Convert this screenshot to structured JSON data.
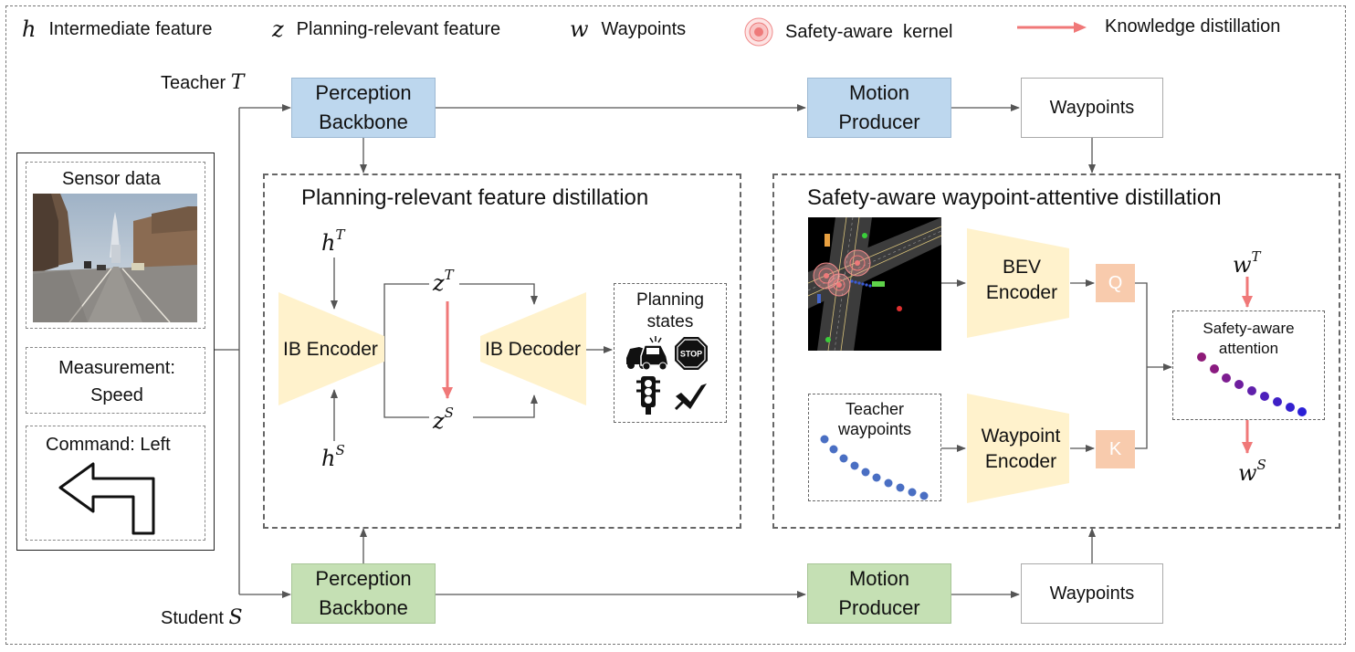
{
  "legend": {
    "h_symbol": "h",
    "h_label": "Intermediate feature",
    "z_symbol": "z",
    "z_label": "Planning-relevant feature",
    "w_symbol": "w",
    "w_label": "Waypoints",
    "kernel_label": "Safety-aware  kernel",
    "kd_label": "Knowledge distillation"
  },
  "teacher": {
    "label": "Teacher",
    "symbol": "T"
  },
  "student": {
    "label": "Student",
    "symbol": "S"
  },
  "boxes": {
    "teacher_backbone_l1": "Perception",
    "teacher_backbone_l2": "Backbone",
    "teacher_motion_l1": "Motion",
    "teacher_motion_l2": "Producer",
    "teacher_waypoints": "Waypoints",
    "student_backbone_l1": "Perception",
    "student_backbone_l2": "Backbone",
    "student_motion_l1": "Motion",
    "student_motion_l2": "Producer",
    "student_waypoints": "Waypoints"
  },
  "inputs": {
    "sensor_data": "Sensor data",
    "measurement_l1": "Measurement:",
    "measurement_l2": "Speed",
    "command": "Command: Left"
  },
  "feature_panel": {
    "title": "Planning-relevant feature distillation",
    "ib_encoder": "IB Encoder",
    "ib_decoder": "IB Decoder",
    "h_sym": "h",
    "h_teacher_sup": "T",
    "h_student_sup": "S",
    "z_sym": "z",
    "z_teacher_sup": "T",
    "z_student_sup": "S",
    "planning_states_l1": "Planning",
    "planning_states_l2": "states",
    "stop_sign": "STOP"
  },
  "waypoint_panel": {
    "title": "Safety-aware waypoint-attentive distillation",
    "bev_encoder_l1": "BEV",
    "bev_encoder_l2": "Encoder",
    "waypoint_encoder_l1": "Waypoint",
    "waypoint_encoder_l2": "Encoder",
    "q": "Q",
    "k": "K",
    "teacher_waypoints_l1": "Teacher",
    "teacher_waypoints_l2": "waypoints",
    "attention_l1": "Safety-aware",
    "attention_l2": "attention",
    "w_sym": "w",
    "w_teacher_sup": "T",
    "w_student_sup": "S"
  },
  "colors": {
    "teacher_box": "#bdd7ee",
    "student_box": "#c5e0b4",
    "ib_module": "#fff2cc",
    "qk_box": "#f8cbad",
    "kd_arrow": "#f07878",
    "attention_start": "#8b1a7a",
    "attention_end": "#2b1fd6",
    "teacher_waypoint_dot": "#4a6fc3"
  }
}
